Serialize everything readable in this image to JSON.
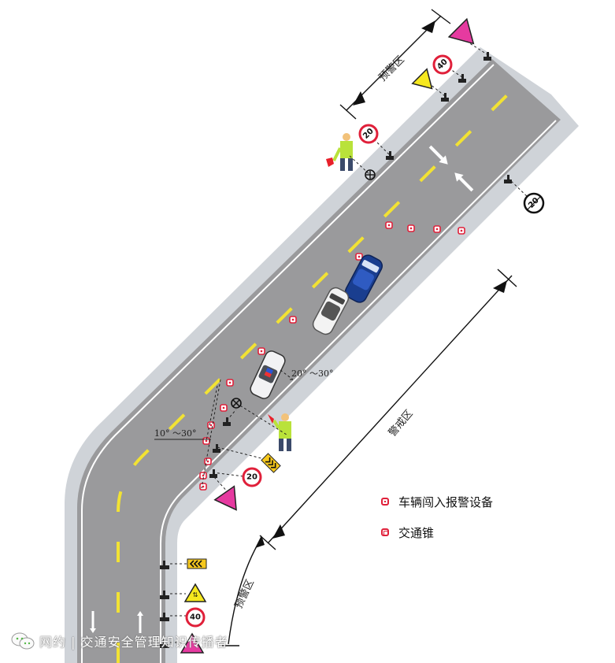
{
  "zones": {
    "top_warning_zone": "预警区",
    "caution_zone": "警戒区",
    "bottom_warning_zone": "预警区"
  },
  "angles": {
    "upper": "20° ～30°",
    "lower": "10° ～30°"
  },
  "signs": {
    "speed_limit_20": "20",
    "speed_limit_40": "40"
  },
  "legend": {
    "alarm_device": "车辆闯入报警设备",
    "traffic_cone": "交通锥"
  },
  "watermark": {
    "text": "网约 | 交通安全管理知识传播者"
  },
  "colors": {
    "road": "#9a9a9c",
    "shoulder": "#cfd3d8",
    "lane_line": "#f2e233",
    "edge_line": "#ffffff",
    "cone": "#e0203a",
    "warning_sign": "#e63aa0",
    "caution_sign": "#f6e81e"
  }
}
